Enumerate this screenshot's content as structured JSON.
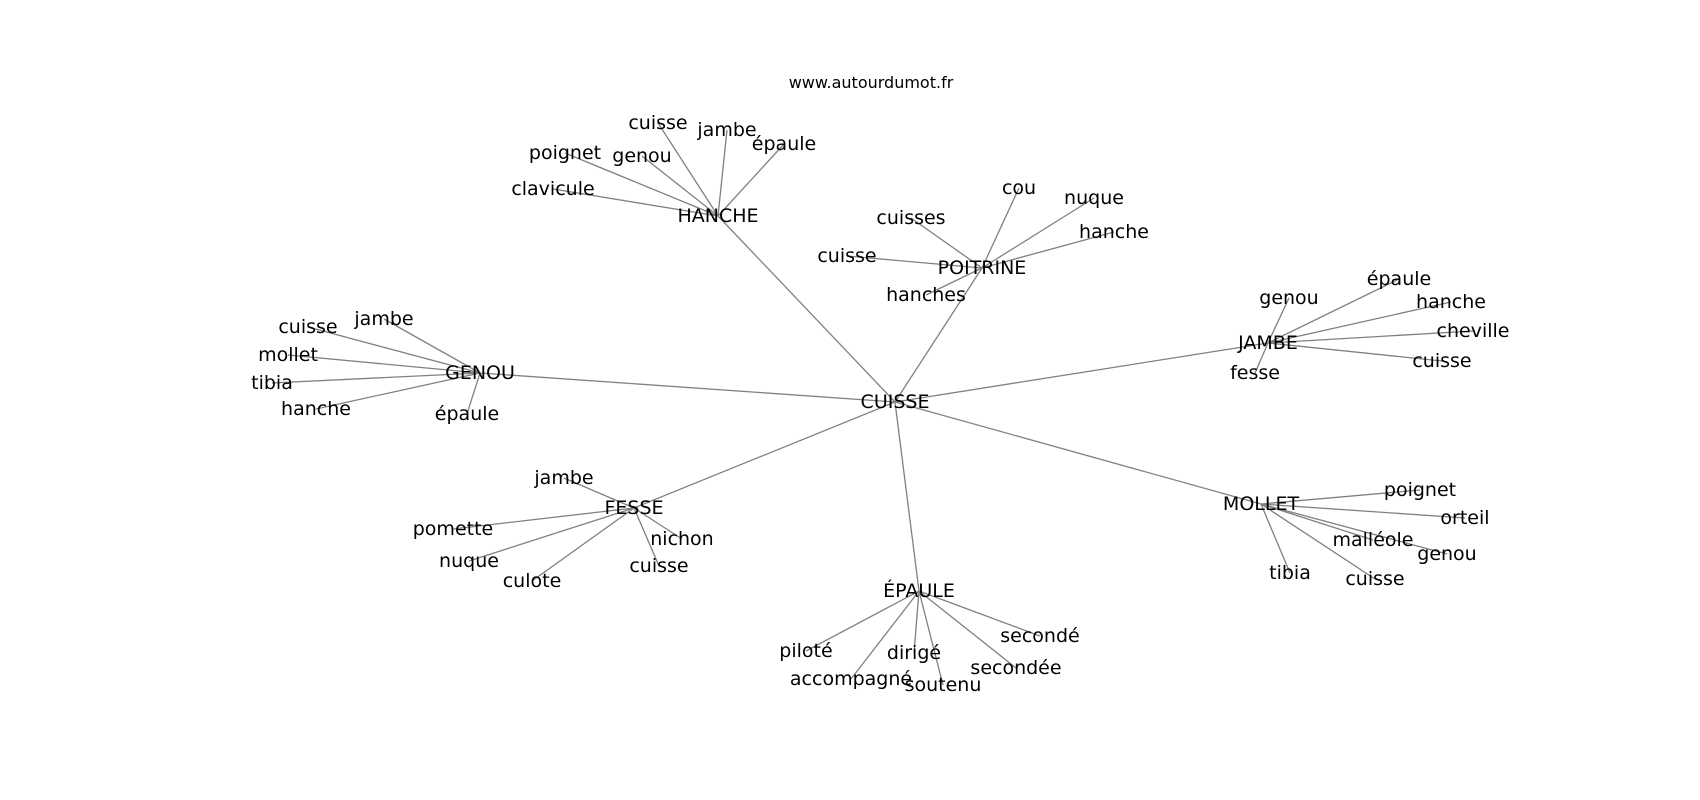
{
  "source": "www.autourdumot.fr",
  "center": {
    "id": "cuisse",
    "label": "CUISSE"
  },
  "hubs": [
    {
      "id": "hanche",
      "label": "HANCHE",
      "leaves": [
        {
          "id": "clavicule",
          "label": "clavicule"
        },
        {
          "id": "poignet",
          "label": "poignet"
        },
        {
          "id": "genou",
          "label": "genou"
        },
        {
          "id": "cuisse",
          "label": "cuisse"
        },
        {
          "id": "jambe",
          "label": "jambe"
        },
        {
          "id": "epaule",
          "label": "épaule"
        }
      ]
    },
    {
      "id": "poitrine",
      "label": "POITRINE",
      "leaves": [
        {
          "id": "cuisses",
          "label": "cuisses"
        },
        {
          "id": "cuisse",
          "label": "cuisse"
        },
        {
          "id": "hanches",
          "label": "hanches"
        },
        {
          "id": "cou",
          "label": "cou"
        },
        {
          "id": "nuque",
          "label": "nuque"
        },
        {
          "id": "hanche",
          "label": "hanche"
        }
      ]
    },
    {
      "id": "jambe",
      "label": "JAMBE",
      "leaves": [
        {
          "id": "genou",
          "label": "genou"
        },
        {
          "id": "epaule",
          "label": "épaule"
        },
        {
          "id": "hanche",
          "label": "hanche"
        },
        {
          "id": "cheville",
          "label": "cheville"
        },
        {
          "id": "cuisse",
          "label": "cuisse"
        },
        {
          "id": "fesse",
          "label": "fesse"
        }
      ]
    },
    {
      "id": "genou",
      "label": "GENOU",
      "leaves": [
        {
          "id": "cuisse",
          "label": "cuisse"
        },
        {
          "id": "jambe",
          "label": "jambe"
        },
        {
          "id": "mollet",
          "label": "mollet"
        },
        {
          "id": "tibia",
          "label": "tibia"
        },
        {
          "id": "hanche",
          "label": "hanche"
        },
        {
          "id": "epaule",
          "label": "épaule"
        }
      ]
    },
    {
      "id": "fesse",
      "label": "FESSE",
      "leaves": [
        {
          "id": "jambe",
          "label": "jambe"
        },
        {
          "id": "pomette",
          "label": "pomette"
        },
        {
          "id": "nuque",
          "label": "nuque"
        },
        {
          "id": "culote",
          "label": "culote"
        },
        {
          "id": "nichon",
          "label": "nichon"
        },
        {
          "id": "cuisse",
          "label": "cuisse"
        }
      ]
    },
    {
      "id": "mollet",
      "label": "MOLLET",
      "leaves": [
        {
          "id": "poignet",
          "label": "poignet"
        },
        {
          "id": "orteil",
          "label": "orteil"
        },
        {
          "id": "malleole",
          "label": "malléole"
        },
        {
          "id": "genou",
          "label": "genou"
        },
        {
          "id": "tibia",
          "label": "tibia"
        },
        {
          "id": "cuisse",
          "label": "cuisse"
        }
      ]
    },
    {
      "id": "epaule",
      "label": "ÉPAULE",
      "leaves": [
        {
          "id": "pilote",
          "label": "piloté"
        },
        {
          "id": "accompagne",
          "label": "accompagné"
        },
        {
          "id": "dirige",
          "label": "dirigé"
        },
        {
          "id": "soutenu",
          "label": "soutenu"
        },
        {
          "id": "secondee",
          "label": "secondée"
        },
        {
          "id": "seconde",
          "label": "secondé"
        }
      ]
    }
  ]
}
